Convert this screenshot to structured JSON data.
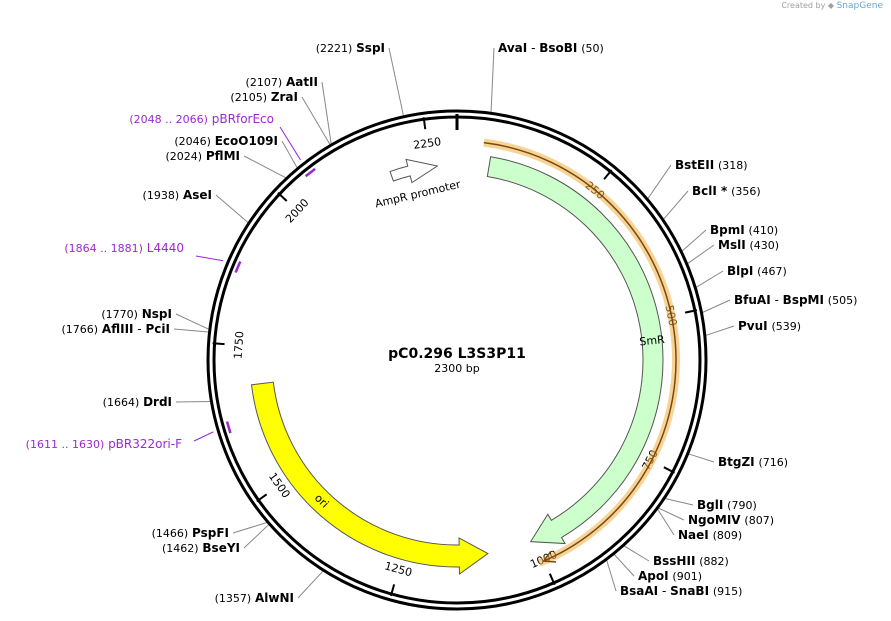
{
  "watermark": {
    "prefix": "Created by",
    "brand": "SnapGene"
  },
  "map": {
    "name": "pC0.296 L3S3P11",
    "length_label": "2300 bp",
    "total_bp": 2300
  },
  "colors": {
    "backbone": "#000000",
    "primer": "#9a2ad0",
    "SmR": "#ccffcc",
    "SmR_highlight": "#f0b040",
    "ori": "#ffff00",
    "promoter": "#ffffff"
  },
  "ticks": [
    {
      "label": "250",
      "bp": 250
    },
    {
      "label": "500",
      "bp": 500
    },
    {
      "label": "750",
      "bp": 750
    },
    {
      "label": "1000",
      "bp": 1000
    },
    {
      "label": "1250",
      "bp": 1250
    },
    {
      "label": "1500",
      "bp": 1500
    },
    {
      "label": "1750",
      "bp": 1750
    },
    {
      "label": "2000",
      "bp": 2000
    },
    {
      "label": "2250",
      "bp": 2250
    }
  ],
  "features": [
    {
      "name": "SmR",
      "start": 60,
      "end": 1009,
      "direction": "cw",
      "color": "#ccffcc"
    },
    {
      "name": "ori",
      "start": 1092,
      "end": 1681,
      "direction": "ccw",
      "color": "#ffff00"
    },
    {
      "name": "AmpR promoter",
      "start": 2175,
      "end": 2263,
      "direction": "cw",
      "color": "#ffffff"
    }
  ],
  "primers": [
    {
      "pos": "(2048 .. 2066)",
      "name": "pBRforEco",
      "bp": 2057
    },
    {
      "pos": "(1864 .. 1881)",
      "name": "L4440",
      "bp": 1872
    },
    {
      "pos": "(1611 .. 1630)",
      "name": "pBR322ori-F",
      "bp": 1620
    }
  ],
  "sites": [
    {
      "pos": "(2221)",
      "name": "SspI",
      "bp": 2221
    },
    {
      "name": "AvaI",
      "sep": "-",
      "name2": "BsoBI",
      "pos": "(50)",
      "bp": 50
    },
    {
      "pos": "(2107)",
      "name": "AatII",
      "bp": 2107
    },
    {
      "pos": "(2105)",
      "name": "ZraI",
      "bp": 2105
    },
    {
      "pos": "(2046)",
      "name": "EcoO109I",
      "bp": 2046
    },
    {
      "pos": "(2024)",
      "name": "PflMI",
      "bp": 2024
    },
    {
      "pos": "(1938)",
      "name": "AseI",
      "bp": 1938
    },
    {
      "pos": "(1770)",
      "name": "NspI",
      "bp": 1770
    },
    {
      "pos": "(1766)",
      "name": "AflIII",
      "sep": "-",
      "name2": "PciI",
      "bp": 1766
    },
    {
      "pos": "(1664)",
      "name": "DrdI",
      "bp": 1664
    },
    {
      "pos": "(1466)",
      "name": "PspFI",
      "bp": 1466
    },
    {
      "pos": "(1462)",
      "name": "BseYI",
      "bp": 1462
    },
    {
      "pos": "(1357)",
      "name": "AlwNI",
      "bp": 1357
    },
    {
      "name": "BstEII",
      "pos": "(318)",
      "bp": 318
    },
    {
      "name": "BclI *",
      "pos": "(356)",
      "bp": 356
    },
    {
      "name": "BpmI",
      "pos": "(410)",
      "bp": 410
    },
    {
      "name": "MslI",
      "pos": "(430)",
      "bp": 430
    },
    {
      "name": "BlpI",
      "pos": "(467)",
      "bp": 467
    },
    {
      "name": "BfuAI",
      "sep": "-",
      "name2": "BspMI",
      "pos": "(505)",
      "bp": 505
    },
    {
      "name": "PvuI",
      "pos": "(539)",
      "bp": 539
    },
    {
      "name": "BtgZI",
      "pos": "(716)",
      "bp": 716
    },
    {
      "name": "BglI",
      "pos": "(790)",
      "bp": 790
    },
    {
      "name": "NgoMIV",
      "pos": "(807)",
      "bp": 807
    },
    {
      "name": "NaeI",
      "pos": "(809)",
      "bp": 809
    },
    {
      "name": "BssHII",
      "pos": "(882)",
      "bp": 882
    },
    {
      "name": "ApoI",
      "pos": "(901)",
      "bp": 901
    },
    {
      "name": "BsaAI",
      "sep": "-",
      "name2": "SnaBI",
      "pos": "(915)",
      "bp": 915
    }
  ]
}
